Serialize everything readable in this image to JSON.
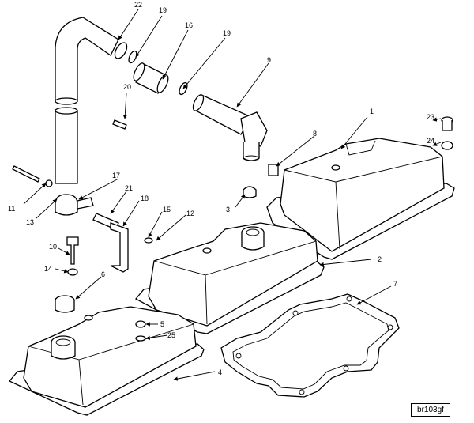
{
  "figure_code": "br103gf",
  "callouts": [
    "1",
    "2",
    "3",
    "4",
    "5",
    "6",
    "7",
    "8",
    "9",
    "10",
    "11",
    "12",
    "13",
    "14",
    "15",
    "16",
    "17",
    "18",
    "19",
    "19",
    "20",
    "21",
    "22",
    "23",
    "24",
    "25"
  ]
}
